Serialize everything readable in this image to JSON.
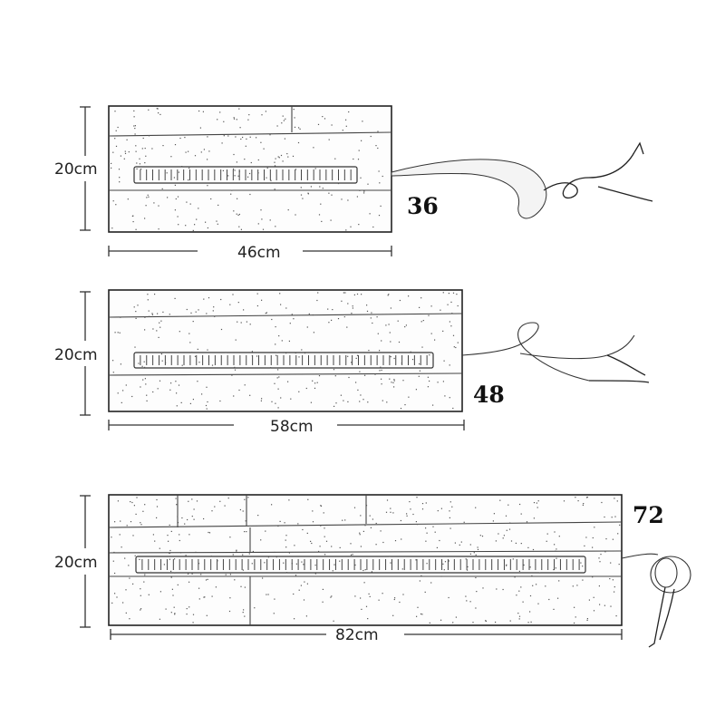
{
  "items": [
    {
      "height_label": "20cm",
      "width_label": "46cm",
      "slots_label": "36"
    },
    {
      "height_label": "20cm",
      "width_label": "58cm",
      "slots_label": "48"
    },
    {
      "height_label": "20cm",
      "width_label": "82cm",
      "slots_label": "72"
    }
  ]
}
